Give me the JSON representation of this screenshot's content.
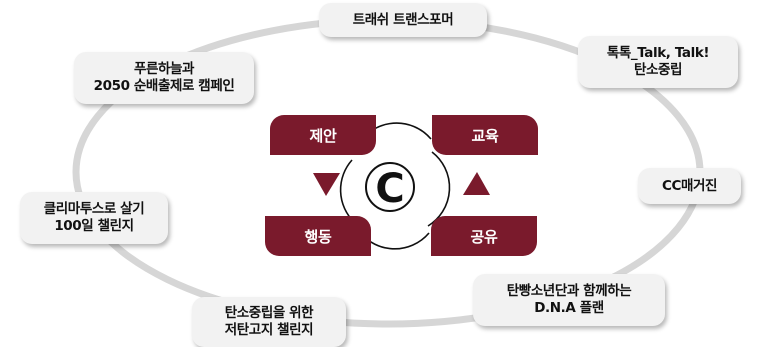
{
  "programs": {
    "top": "트래쉬 트랜스포머",
    "top_right": [
      "톡톡_Talk, Talk!",
      "탄소중립"
    ],
    "right": "CC매거진",
    "bottom_right": [
      "탄빵소년단과 함께하는",
      "D.N.A 플랜"
    ],
    "bottom": [
      "탄소중립을 위한",
      "저탄고지 챌린지"
    ],
    "left": [
      "클리마투스로 살기",
      "100일 챌린지"
    ],
    "top_left": [
      "푸른하늘과",
      "2050 순배출제로 캠페인"
    ]
  },
  "cycle": {
    "propose": "제안",
    "educate": "교육",
    "act": "행동",
    "share": "공유",
    "logo": "C"
  },
  "colors": {
    "step_fill": "#7a1a2c",
    "ring": "#d6d6d6",
    "box_fill": "#f2f2f2"
  }
}
